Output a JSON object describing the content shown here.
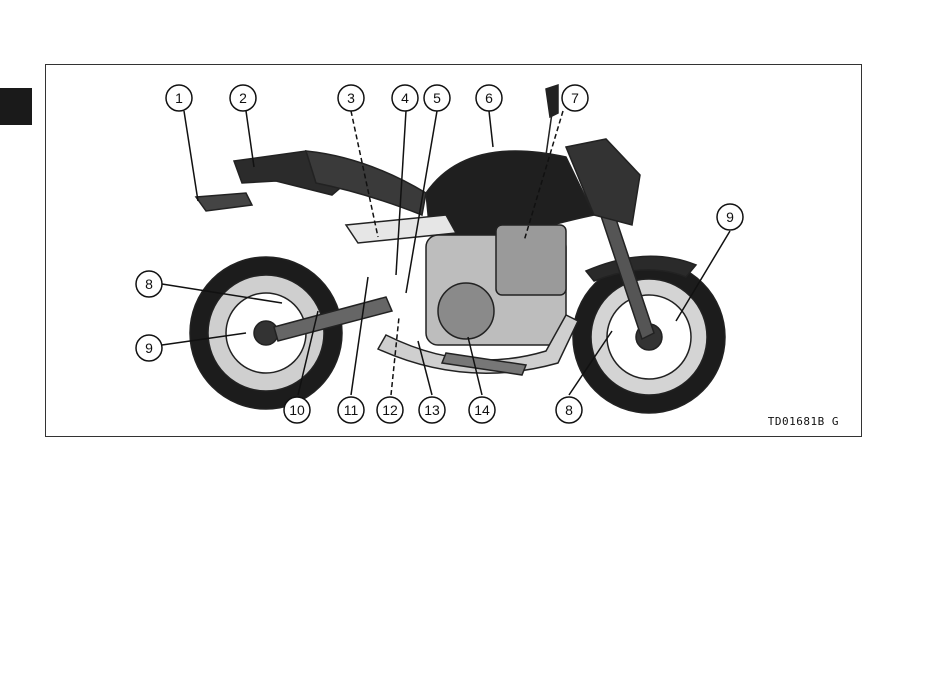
{
  "figure": {
    "code": "TD01681B   G",
    "callouts": [
      "1",
      "2",
      "3",
      "4",
      "5",
      "6",
      "7",
      "8",
      "9",
      "10",
      "11",
      "12",
      "13",
      "14"
    ],
    "callout_repeats": {
      "8b": "8",
      "9b": "9"
    }
  }
}
